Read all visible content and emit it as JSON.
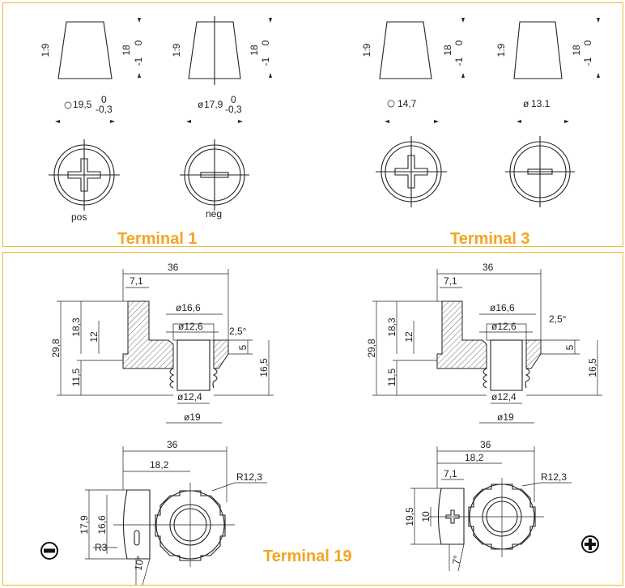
{
  "colors": {
    "accent": "#f4a522",
    "border": "#f2b632",
    "ink": "#222222"
  },
  "top": {
    "taper": "1:9",
    "height_main": "18",
    "height_tol_up": "0",
    "height_tol_dn": "-1",
    "diam_t1_pos": "19,5",
    "diam_t1_neg": "17,9",
    "tol_up": "0",
    "tol_dn": "-0,3",
    "diam_t3_pos": "14,7",
    "diam_t3_neg": "13.1",
    "label_pos": "pos",
    "label_neg": "neg",
    "title_t1": "Terminal 1",
    "title_t3": "Terminal 3"
  },
  "bottom": {
    "width": "36",
    "d71": "7,1",
    "d166": "ø16,6",
    "d126": "ø12,6",
    "d124": "ø12,4",
    "d19": "ø19",
    "h298": "29,8",
    "h183": "18,3",
    "h12": "12",
    "h115": "11,5",
    "h5": "5",
    "h165": "16,5",
    "angle_left": "2,5°",
    "angle_right": "2,5°",
    "d182": "18,2",
    "r123": "R12,3",
    "h179": "17,9",
    "h166": "16,6",
    "r3": "R3",
    "a10": "10°",
    "h195": "19,5",
    "h10": "10",
    "a7": "7°",
    "title_t19": "Terminal 19",
    "sym_neg": "−",
    "sym_pos": "+"
  }
}
